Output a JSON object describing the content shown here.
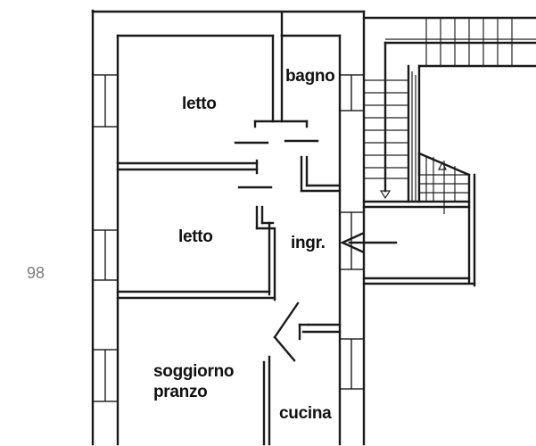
{
  "plan": {
    "rooms": [
      {
        "id": "letto-1",
        "label": "letto"
      },
      {
        "id": "bagno",
        "label": "bagno"
      },
      {
        "id": "letto-2",
        "label": "letto"
      },
      {
        "id": "ingresso",
        "label": "ingr."
      },
      {
        "id": "soggiorno-line1",
        "label": "soggiorno"
      },
      {
        "id": "soggiorno-line2",
        "label": "pranzo"
      },
      {
        "id": "cucina",
        "label": "cucina"
      }
    ],
    "margin_mark": "98"
  }
}
